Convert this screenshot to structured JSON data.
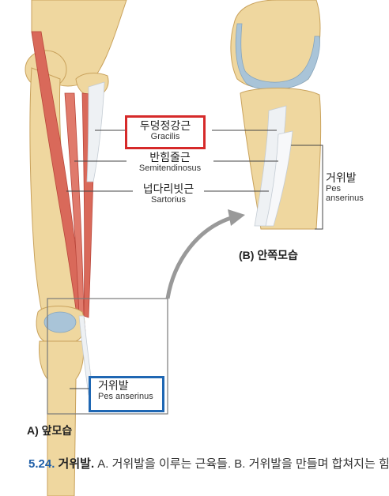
{
  "colors": {
    "bone": "#efd79f",
    "bone_shade": "#d9b46a",
    "muscle": "#d9695a",
    "muscle_dark": "#b9463a",
    "cartilage": "#a9c4d8",
    "tendon": "#eef1f4",
    "red_box": "#d62a2a",
    "blue_box": "#1f67b3",
    "fig_number": "#1f5fa8"
  },
  "panel_a": {
    "labels": [
      {
        "id": "gracilis",
        "ko": "두덩정강근",
        "en": "Gracilis",
        "highlighted": true
      },
      {
        "id": "semitendinosus",
        "ko": "반힘줄근",
        "en": "Semitendinosus",
        "highlighted": false
      },
      {
        "id": "sartorius",
        "ko": "넙다리빗근",
        "en": "Sartorius",
        "highlighted": false
      }
    ],
    "pes_label": {
      "ko": "거위발",
      "en": "Pes anserinus"
    },
    "view_label": "A) 앞모습"
  },
  "panel_b": {
    "pes_label": {
      "ko": "거위발",
      "en1": "Pes",
      "en2": "anserinus"
    },
    "view_label": "(B) 안쪽모습"
  },
  "caption": {
    "number": "5.24.",
    "title": "거위발.",
    "text": " A. 거위발을 이루는 근육들. B. 거위발을 만들며 합쳐지는 힘"
  }
}
